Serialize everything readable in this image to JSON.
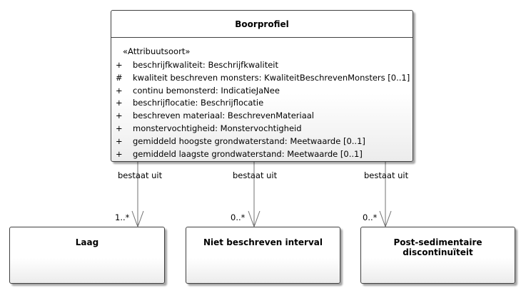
{
  "classes": {
    "boorprofiel": {
      "name": "Boorprofiel",
      "stereotype": "«Attribuutsoort»",
      "attributes": [
        {
          "visibility": "+",
          "text": "beschrijfkwaliteit: Beschrijfkwaliteit"
        },
        {
          "visibility": "#",
          "text": "kwaliteit beschreven monsters: KwaliteitBeschrevenMonsters [0..1]"
        },
        {
          "visibility": "+",
          "text": "continu bemonsterd: IndicatieJaNee"
        },
        {
          "visibility": "+",
          "text": "beschrijflocatie: Beschrijflocatie"
        },
        {
          "visibility": "+",
          "text": "beschreven materiaal: BeschrevenMateriaal"
        },
        {
          "visibility": "+",
          "text": "monstervochtigheid: Monstervochtigheid"
        },
        {
          "visibility": "+",
          "text": "gemiddeld hoogste grondwaterstand: Meetwaarde [0..1]"
        },
        {
          "visibility": "+",
          "text": "gemiddeld laagste grondwaterstand: Meetwaarde [0..1]"
        }
      ]
    },
    "laag": {
      "name": "Laag"
    },
    "niet_beschreven_interval": {
      "name": "Niet beschreven interval"
    },
    "post_sedimentaire": {
      "name": "Post-sedimentaire discontinuïteit"
    }
  },
  "associations": [
    {
      "label": "bestaat uit",
      "multiplicity": "1..*"
    },
    {
      "label": "bestaat uit",
      "multiplicity": "0..*"
    },
    {
      "label": "bestaat uit",
      "multiplicity": "0..*"
    }
  ],
  "colors": {
    "border": "#404040",
    "line": "#707070"
  }
}
